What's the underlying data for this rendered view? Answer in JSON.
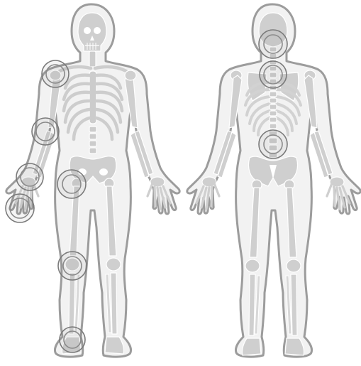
{
  "colors": {
    "background": "#ffffff",
    "silhouette_fill": "#f2f2f2",
    "silhouette_outline": "#9c9c9c",
    "bone": "#cfcfcf",
    "highlight_ring": "#7a7a7a"
  },
  "figures": [
    {
      "view": "front",
      "highlighted_regions": [
        "right-shoulder",
        "right-elbow",
        "right-wrist",
        "right-hand",
        "right-hip",
        "right-knee",
        "right-ankle"
      ]
    },
    {
      "view": "back",
      "highlighted_regions": [
        "cervical-spine",
        "thoracic-spine",
        "lumbar-spine"
      ]
    }
  ]
}
